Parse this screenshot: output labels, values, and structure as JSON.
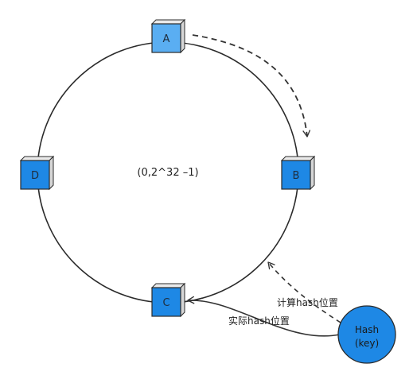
{
  "ring": {
    "range_label": "(0,2^32 –1)"
  },
  "nodes": [
    {
      "id": "A",
      "label": "A",
      "color": "#5aaef2"
    },
    {
      "id": "B",
      "label": "B",
      "color": "#1e88e5"
    },
    {
      "id": "C",
      "label": "C",
      "color": "#1e88e5"
    },
    {
      "id": "D",
      "label": "D",
      "color": "#1e88e5"
    }
  ],
  "hash_node": {
    "line1": "Hash",
    "line2": "(key)",
    "color": "#1e88e5"
  },
  "annotations": {
    "computed": "计算hash位置",
    "actual": "实际hash位置"
  },
  "colors": {
    "ring": "#2a2a2a",
    "arrow": "#333333",
    "node_border": "#2b2b2b"
  }
}
